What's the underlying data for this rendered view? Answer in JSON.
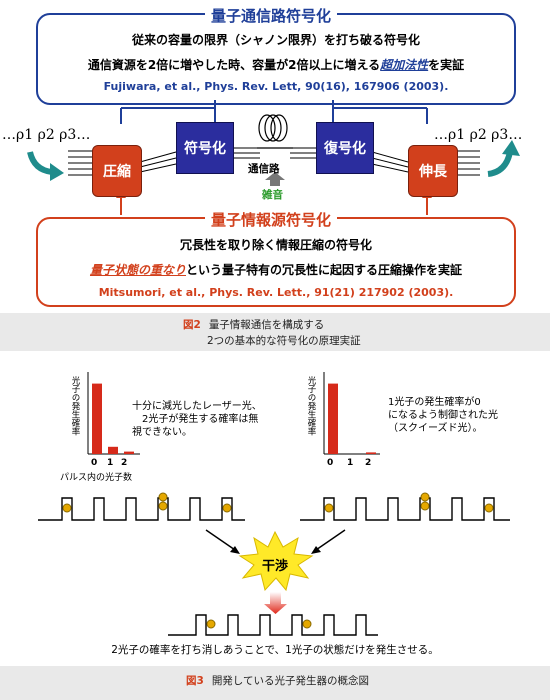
{
  "fig2": {
    "top_box": {
      "title": "量子通信路符号化",
      "line1": "従来の容量の限界（シャノン限界）を打ち破る符号化",
      "line2_pre": "通信資源を2倍に増やした時、容量が2倍以上に増える",
      "line2_em": "超加法性",
      "line2_post": "を実証",
      "ref": "Fujiwara, et al., Phys. Rev. Lett, 90(16), 167906 (2003)."
    },
    "bottom_box": {
      "title": "量子情報源符号化",
      "line1": "冗長性を取り除く情報圧縮の符号化",
      "line2_em": "量子状態の重なり",
      "line2_post": "という量子特有の冗長性に起因する圧縮操作を実証",
      "ref": "Mitsumori, et al., Phys. Rev. Lett.,  91(21) 217902 (2003)."
    },
    "flow": {
      "input_states": "…ρ1 ρ2 ρ3…",
      "output_states": "…ρ1 ρ2 ρ3…",
      "compress": "圧縮",
      "encode": "符号化",
      "channel": "通信路",
      "decode": "復号化",
      "expand": "伸長",
      "noise": "雑音"
    },
    "caption_num": "図2",
    "caption_line1": "量子情報通信を構成する",
    "caption_line2": "2つの基本的な符号化の原理実証"
  },
  "fig3": {
    "left_chart": {
      "ylabel": "光子の発生確率",
      "xlabel": "パルス内の光子数",
      "ticks": [
        "0",
        "1",
        "2"
      ],
      "note": "十分に減光したレーザー光、\n　2光子が発生する確率は無\n視できない。"
    },
    "right_chart": {
      "ylabel": "光子の発生確率",
      "ticks": [
        "0",
        "1",
        "2"
      ],
      "note": "1光子の発生確率が0\nになるよう制御された光\n（スクイーズド光）。"
    },
    "interference": "干渉",
    "bottom_note": "2光子の確率を打ち消しあうことで、1光子の状態だけを発生させる。",
    "caption_num": "図3",
    "caption_text": "開発している光子発生器の概念図"
  },
  "chart_data": [
    {
      "type": "bar",
      "title": "",
      "xlabel": "パルス内の光子数",
      "ylabel": "光子の発生確率",
      "categories": [
        "0",
        "1",
        "2"
      ],
      "values": [
        0.88,
        0.09,
        0.03
      ]
    },
    {
      "type": "bar",
      "title": "",
      "xlabel": "",
      "ylabel": "光子の発生確率",
      "categories": [
        "0",
        "1",
        "2"
      ],
      "values": [
        0.88,
        0.0,
        0.02
      ]
    }
  ],
  "colors": {
    "blue_frame": "#1f3f99",
    "red_frame": "#d2401c",
    "encoder_blue": "#2b2d9e",
    "compress_orange": "#d2401c",
    "teal_arrow": "#1f8c8c",
    "noise_green": "#2a9a2a",
    "bar_red": "#d62a1a",
    "photon_gold": "#e5a800",
    "burst_yellow": "#ffe928"
  }
}
